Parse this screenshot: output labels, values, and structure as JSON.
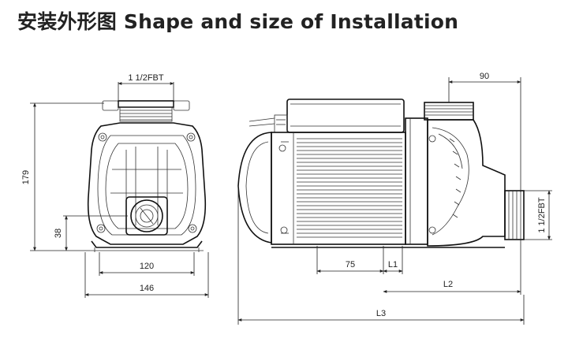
{
  "title": "安装外形图 Shape and size of Installation",
  "dimensions": {
    "inlet_thread_top": "1 1/2FBT",
    "outlet_thread_right": "1 1/2FBT",
    "height_total": "179",
    "outlet_center_height": "38",
    "foot_hole_spacing": "120",
    "foot_width": "146",
    "inlet_offset": "90",
    "foot_span_side": "75",
    "l1": "L1",
    "l2": "L2",
    "l3": "L3"
  },
  "colors": {
    "line": "#222222",
    "background": "#ffffff"
  }
}
